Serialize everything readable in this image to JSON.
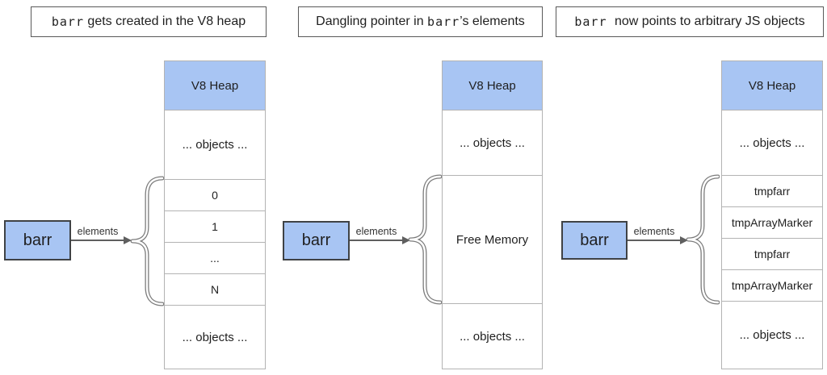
{
  "diagram": {
    "colors": {
      "box_fill": "#a8c5f3",
      "box_border": "#3f4245",
      "cell_border": "#b3b3b3",
      "title_border": "#595959",
      "brace": "#7b7b7b",
      "arrow": "#5f5f5f",
      "text": "#1f1f1f"
    },
    "panels": [
      {
        "title": {
          "pre": "",
          "code": "barr",
          "post": " gets created in the V8 heap"
        },
        "heap_header": "V8 Heap",
        "cells": {
          "top_objects": "... objects ...",
          "row_0": "0",
          "row_1": "1",
          "row_dots": "...",
          "row_n": "N",
          "bottom_objects": "... objects ..."
        },
        "box_label": "barr",
        "arrow_label": "elements"
      },
      {
        "title": {
          "pre": "Dangling pointer in ",
          "code": "barr",
          "post": "’s elements"
        },
        "heap_header": "V8 Heap",
        "cells": {
          "top_objects": "... objects ...",
          "free_memory": "Free Memory",
          "bottom_objects": "... objects ..."
        },
        "box_label": "barr",
        "arrow_label": "elements"
      },
      {
        "title": {
          "pre": "",
          "code": "barr",
          "post": " now points to arbitrary JS objects"
        },
        "heap_header": "V8 Heap",
        "cells": {
          "top_objects": "... objects ...",
          "row_tmpfarr_1": "tmpfarr",
          "row_marker_1": "tmpArrayMarker",
          "row_tmpfarr_2": "tmpfarr",
          "row_marker_2": "tmpArrayMarker",
          "bottom_objects": "... objects ..."
        },
        "box_label": "barr",
        "arrow_label": "elements"
      }
    ]
  }
}
